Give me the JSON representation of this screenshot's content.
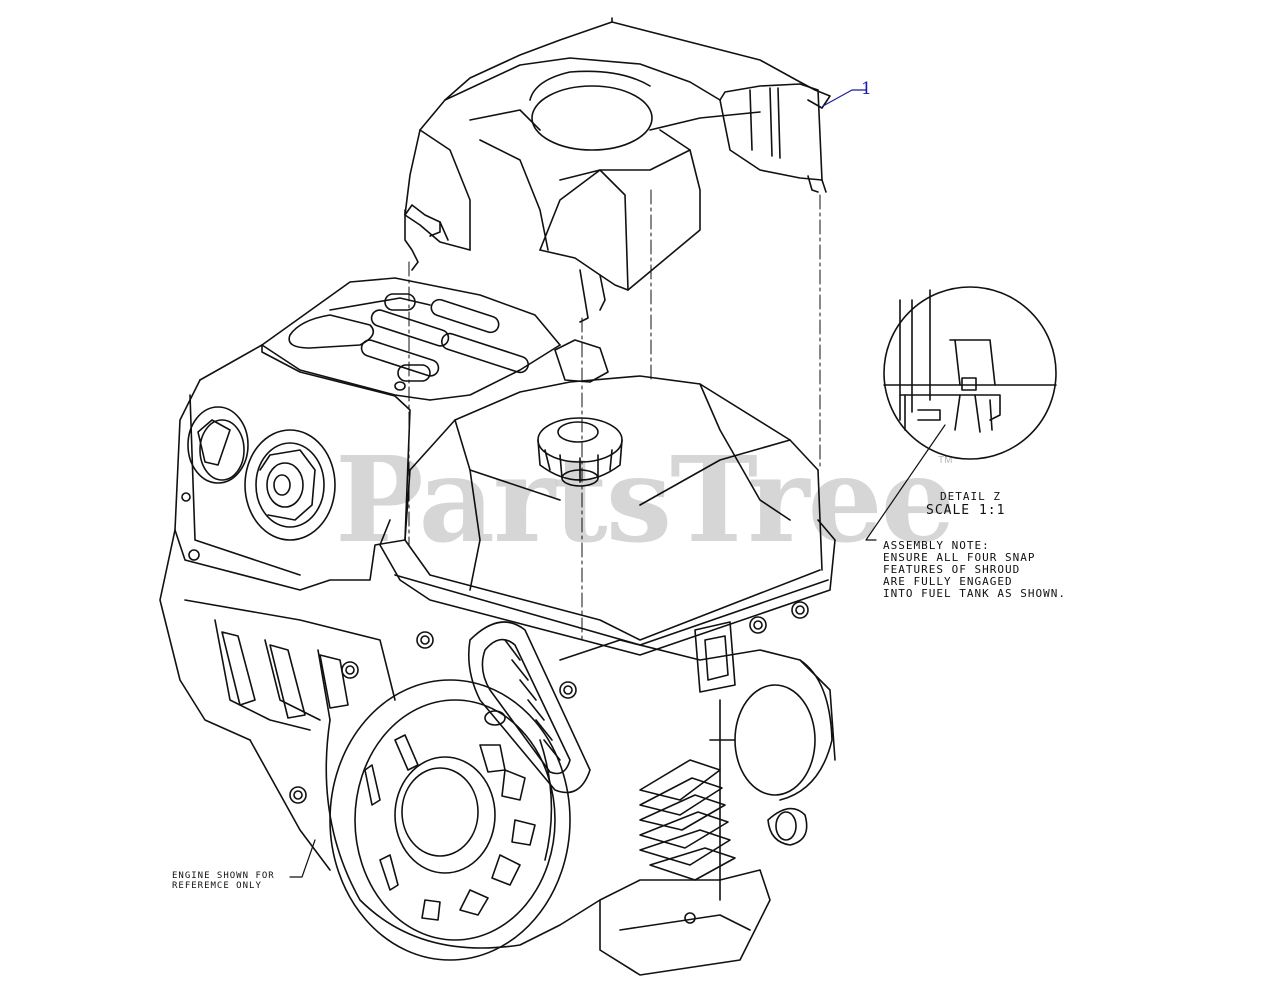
{
  "colors": {
    "line": "#111111",
    "callout": "#1a1aa8",
    "watermark": "#d6d6d6"
  },
  "callout": {
    "number": "1"
  },
  "detail": {
    "title": "DETAIL Z",
    "scale": "SCALE 1:1"
  },
  "assembly_note": {
    "lines": [
      "ASSEMBLY NOTE:",
      "ENSURE ALL FOUR SNAP",
      "FEATURES OF SHROUD",
      "ARE FULLY ENGAGED",
      "INTO FUEL TANK AS SHOWN."
    ]
  },
  "engine_note": {
    "lines": [
      "ENGINE SHOWN FOR",
      "REFEREMCE ONLY"
    ]
  },
  "watermark": {
    "text": "PartsTree",
    "tm": "TM"
  },
  "parts": {
    "shroud": "shroud-part",
    "engine": "engine-reference-drawing",
    "detail_circle": "detail-z-circle"
  }
}
